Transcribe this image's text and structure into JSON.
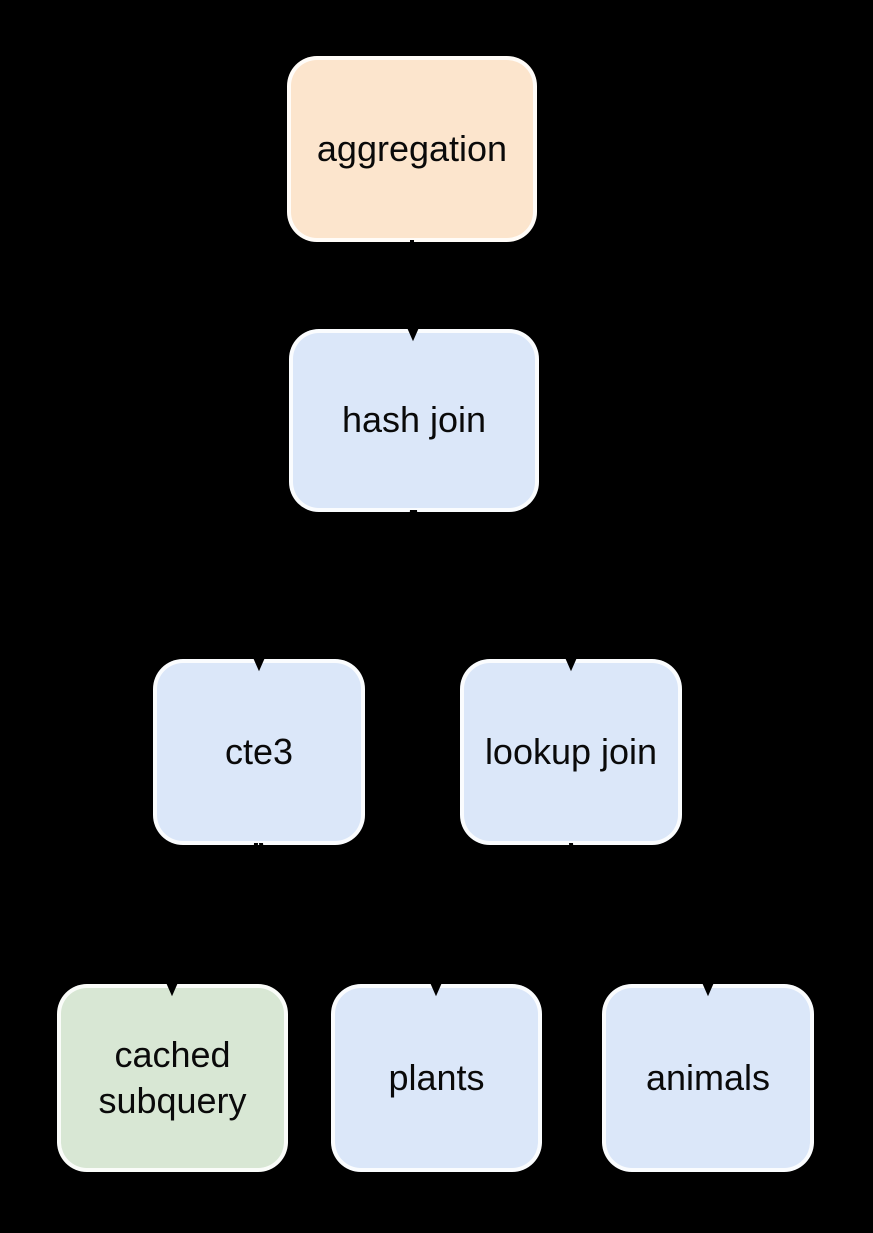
{
  "diagram": {
    "type": "query-plan-tree",
    "background_color": "#000000",
    "edge_color": "#000000",
    "text_color": "#0a0a0a",
    "node_border_color": "rgba(255,255,255,0.86)",
    "fills": {
      "aggregation": "#fce5cd",
      "join_and_scan": "#dbe7f9",
      "cached": "#d8e7d4"
    },
    "nodes": [
      {
        "id": "aggregation",
        "label": "aggregation",
        "fill": "#fce5cd"
      },
      {
        "id": "hash-join",
        "label": "hash join",
        "fill": "#dbe7f9"
      },
      {
        "id": "cte3",
        "label": "cte3",
        "fill": "#dbe7f9"
      },
      {
        "id": "lookup-join",
        "label": "lookup join",
        "fill": "#dbe7f9"
      },
      {
        "id": "cached-subquery",
        "label": "cached subquery",
        "fill": "#d8e7d4"
      },
      {
        "id": "plants",
        "label": "plants",
        "fill": "#dbe7f9"
      },
      {
        "id": "animals",
        "label": "animals",
        "fill": "#dbe7f9"
      }
    ],
    "edges": [
      {
        "from": "aggregation",
        "to": "hash-join"
      },
      {
        "from": "hash-join",
        "to": "cte3"
      },
      {
        "from": "hash-join",
        "to": "lookup-join"
      },
      {
        "from": "cte3",
        "to": "cached-subquery"
      },
      {
        "from": "cte3",
        "to": "plants"
      },
      {
        "from": "lookup-join",
        "to": "animals"
      }
    ]
  }
}
